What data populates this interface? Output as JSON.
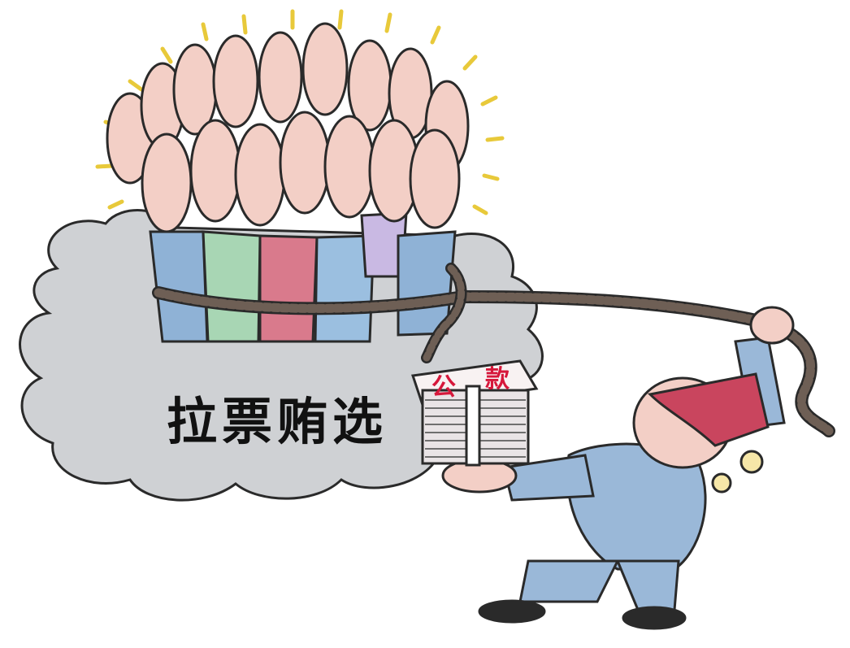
{
  "caption": "拉票贿选",
  "package": {
    "left_char": "公",
    "right_char": "款"
  },
  "colors": {
    "cloud": "#cfd1d4",
    "cloud_outline": "#2a2a2a",
    "hat": "#c9455e",
    "suit": "#9ab8d8",
    "skin": "#f3cfc6",
    "glow": "#e8c93a",
    "rope": "#6e5f55",
    "sleeves": [
      "#8fb2d6",
      "#a8d6b4",
      "#d97a8c",
      "#9bbfe0",
      "#c9b9e3"
    ]
  }
}
